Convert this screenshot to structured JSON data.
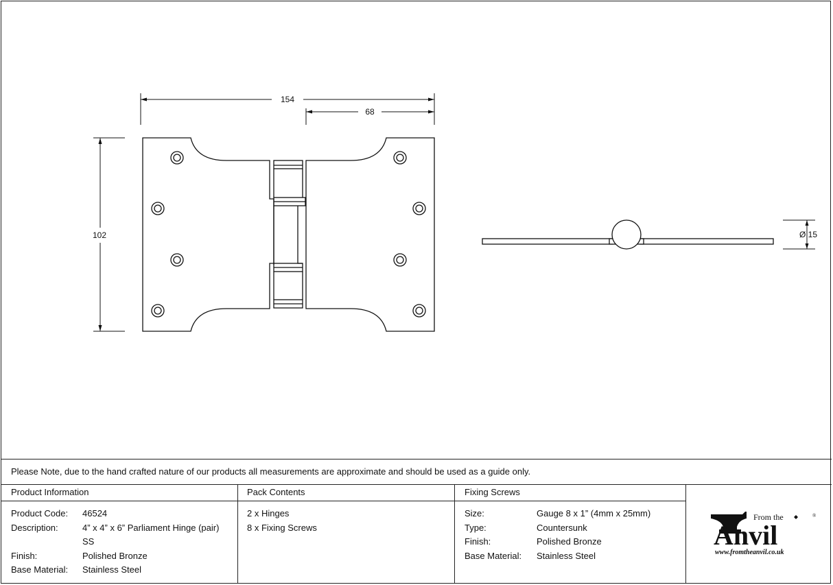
{
  "drawing": {
    "dimensions": {
      "overall_width": "154",
      "leaf_width": "68",
      "height": "102",
      "knuckle_diameter": "Ø 15"
    }
  },
  "note": "Please Note, due to the hand crafted nature of our products all measurements are approximate and should be used as a guide only.",
  "product_info": {
    "heading": "Product Information",
    "rows": [
      {
        "label": "Product Code:",
        "value": "46524"
      },
      {
        "label": "Description:",
        "value": "4” x 4” x 6” Parliament Hinge (pair)"
      },
      {
        "label": "",
        "value": "SS"
      },
      {
        "label": "Finish:",
        "value": "Polished Bronze"
      },
      {
        "label": "Base Material:",
        "value": "Stainless Steel"
      }
    ]
  },
  "pack_contents": {
    "heading": "Pack Contents",
    "items": [
      "2 x Hinges",
      "8 x Fixing Screws"
    ]
  },
  "fixing_screws": {
    "heading": "Fixing Screws",
    "rows": [
      {
        "label": "Size:",
        "value": "Gauge 8 x 1” (4mm x 25mm)"
      },
      {
        "label": "Type:",
        "value": "Countersunk"
      },
      {
        "label": "Finish:",
        "value": "Polished Bronze"
      },
      {
        "label": "Base Material:",
        "value": "Stainless Steel"
      }
    ]
  },
  "logo": {
    "from_the": "From the",
    "brand": "Anvil",
    "registered": "®",
    "url": "www.fromtheanvil.co.uk"
  }
}
